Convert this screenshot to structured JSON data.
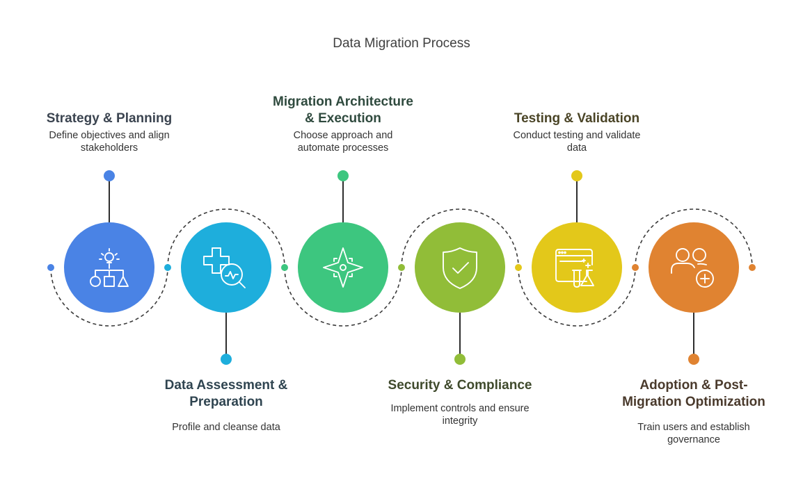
{
  "title": "Data Migration Process",
  "steps": [
    {
      "title_lines": [
        "Strategy & Planning"
      ],
      "desc_lines": [
        "Define objectives and align",
        "stakeholders"
      ],
      "color": "#4A83E5",
      "title_color": "#3B4450",
      "icon": "strategy-flowchart-icon"
    },
    {
      "title_lines": [
        "Data Assessment &",
        "Preparation"
      ],
      "desc_lines": [
        "Profile and cleanse data"
      ],
      "color": "#1EAEDC",
      "title_color": "#2F4450",
      "icon": "health-analysis-icon"
    },
    {
      "title_lines": [
        "Migration Architecture",
        "& Execution"
      ],
      "desc_lines": [
        "Choose approach and",
        "automate processes"
      ],
      "color": "#3DC67F",
      "title_color": "#2F4A3E",
      "icon": "compass-star-icon"
    },
    {
      "title_lines": [
        "Security & Compliance"
      ],
      "desc_lines": [
        "Implement controls and ensure",
        "integrity"
      ],
      "color": "#91BD38",
      "title_color": "#3F4A2C",
      "icon": "shield-check-icon"
    },
    {
      "title_lines": [
        "Testing & Validation"
      ],
      "desc_lines": [
        "Conduct testing and validate",
        "data"
      ],
      "color": "#E3C81A",
      "title_color": "#4A4426",
      "icon": "browser-lab-icon"
    },
    {
      "title_lines": [
        "Adoption & Post-",
        "Migration Optimization"
      ],
      "desc_lines": [
        "Train users and establish",
        "governance"
      ],
      "color": "#E08331",
      "title_color": "#4A3A2C",
      "icon": "add-users-icon"
    }
  ]
}
